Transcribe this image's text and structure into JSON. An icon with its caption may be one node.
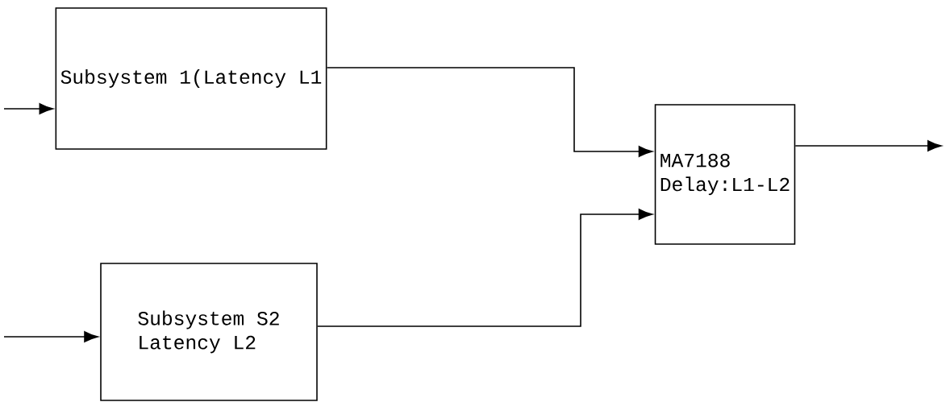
{
  "diagram": {
    "nodes": [
      {
        "text": [
          "Subsystem 1(Latency L1"
        ]
      },
      {
        "text": [
          "Subsystem S2",
          "Latency L2"
        ]
      },
      {
        "text": [
          "MA7188",
          "Delay:L1-L2"
        ]
      }
    ],
    "edges": [
      {
        "from": null,
        "to": 0,
        "arrow": "to"
      },
      {
        "from": null,
        "to": 1,
        "arrow": "to"
      },
      {
        "from": 0,
        "to": 2,
        "arrow": "to"
      },
      {
        "from": 1,
        "to": 2,
        "arrow": "to"
      },
      {
        "from": 2,
        "to": null,
        "arrow": "to"
      }
    ]
  }
}
